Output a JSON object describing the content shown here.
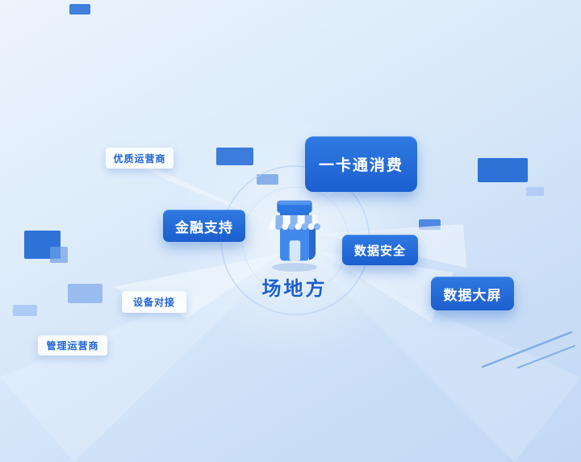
{
  "center": {
    "label": "场地方",
    "icon": "storefront-icon"
  },
  "nodes": [
    {
      "label": "优质运营商",
      "variant": "light"
    },
    {
      "label": "金融支持",
      "variant": "primary"
    },
    {
      "label": "一卡通消费",
      "variant": "primary"
    },
    {
      "label": "数据安全",
      "variant": "primary"
    },
    {
      "label": "数据大屏",
      "variant": "primary"
    },
    {
      "label": "设备对接",
      "variant": "light"
    },
    {
      "label": "管理运营商",
      "variant": "light"
    }
  ],
  "colors": {
    "primary_blue": "#1e63d6",
    "box_gradient_top": "#2f7ae2",
    "box_gradient_bottom": "#1c5ecf",
    "light_box_text": "#1e63d6",
    "background_top": "#ecf4fd",
    "background_bottom": "#c3d8f4",
    "center_label": "#1a5ed4"
  }
}
